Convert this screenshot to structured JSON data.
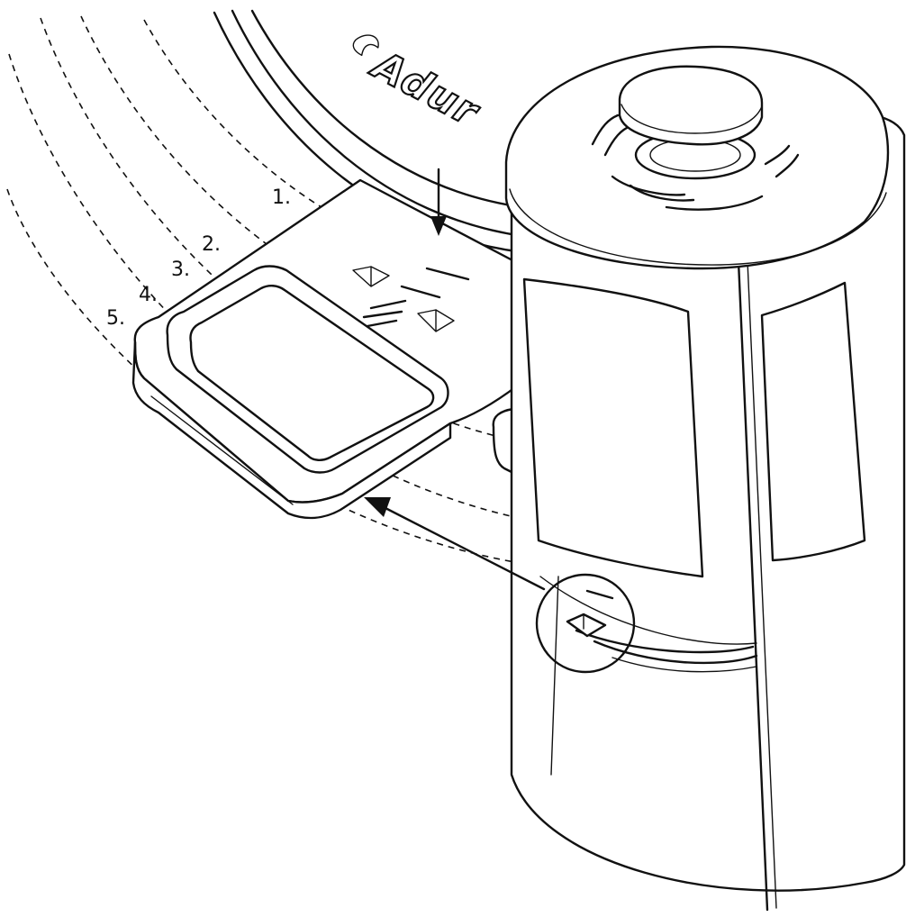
{
  "diagram": {
    "logo_text": "Adur",
    "level_labels": [
      "1.",
      "2.",
      "3.",
      "4.",
      "5."
    ],
    "colors": {
      "line": "#111111",
      "background": "#ffffff"
    }
  }
}
